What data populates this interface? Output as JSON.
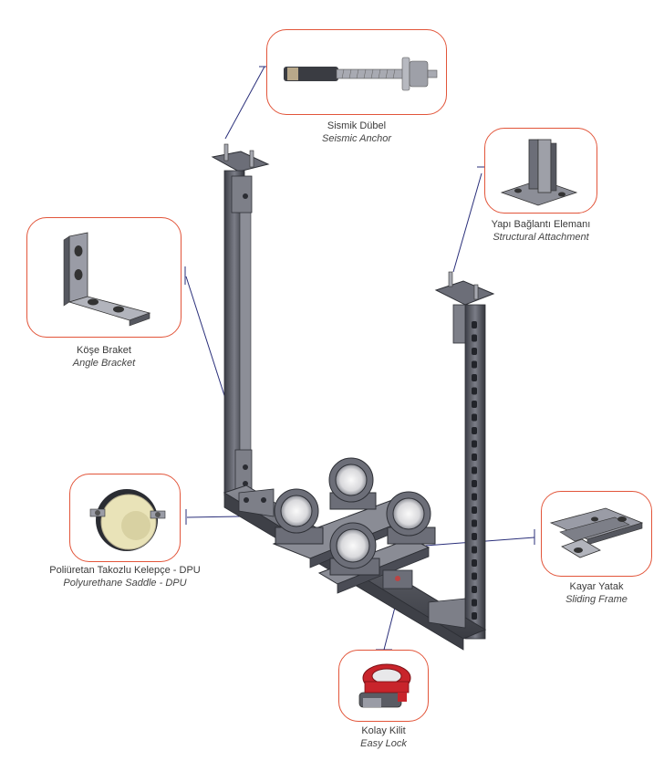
{
  "callouts": {
    "anchor": {
      "tr": "Sismik Dübel",
      "en": "Seismic Anchor"
    },
    "attach": {
      "tr": "Yapı Bağlantı Elemanı",
      "en": "Structural Attachment"
    },
    "bracket": {
      "tr": "Köşe Braket",
      "en": "Angle Bracket"
    },
    "saddle": {
      "tr": "Poliüretan Takozlu Kelepçe - DPU",
      "en": "Polyurethane Saddle - DPU"
    },
    "sliding": {
      "tr": "Kayar Yatak",
      "en": "Sliding Frame"
    },
    "easylock": {
      "tr": "Kolay Kilit",
      "en": "Easy Lock"
    }
  },
  "colors": {
    "accent_border": "#e2553a",
    "leader_line": "#2a2f7a",
    "steel_dark": "#4a4c55",
    "steel_light": "#9a9ca6",
    "polyurethane": "#e9e3b8",
    "lock_red": "#c8242b"
  }
}
